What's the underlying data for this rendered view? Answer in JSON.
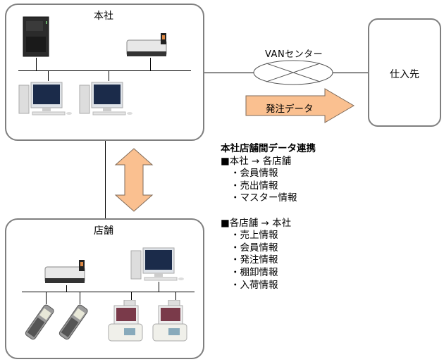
{
  "headquarters": {
    "label": "本社"
  },
  "store": {
    "label": "店舗"
  },
  "van": {
    "label": "VANセンター"
  },
  "supplier": {
    "label": "仕入先"
  },
  "order_arrow": {
    "label": "発注データ",
    "color": "#fac090"
  },
  "sync_arrow": {
    "color": "#fac090"
  },
  "info": {
    "title": "本社店舗間データ連携",
    "groups": [
      {
        "heading": "■本社 → 各店舗",
        "items": [
          "・会員情報",
          "・売出情報",
          "・マスター情報"
        ]
      },
      {
        "heading": "■各店舗 → 本社",
        "items": [
          "・売上情報",
          "・会員情報",
          "・発注情報",
          "・棚卸情報",
          "・入荷情報"
        ]
      }
    ]
  }
}
